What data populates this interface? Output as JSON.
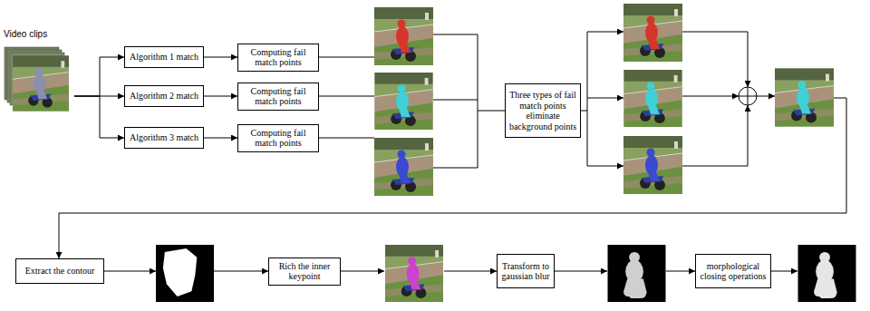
{
  "diagram": {
    "nodes": [
      {
        "text": [
          "Video clips"
        ]
      },
      {
        "text": [
          "Algorithm 1 match"
        ]
      },
      {
        "text": [
          "Computing fail match points"
        ]
      },
      {
        "text": [
          "Algorithm 2 match"
        ]
      },
      {
        "text": [
          "Computing fail match points"
        ]
      },
      {
        "text": [
          "Algorithm 3 match"
        ]
      },
      {
        "text": [
          "Computing fail match points"
        ]
      },
      {
        "text": [
          "Three types of fail match points eliminate background points"
        ]
      },
      {
        "text": [
          "Extract the contour"
        ]
      },
      {
        "text": [
          "Rich the inner keypoint"
        ]
      },
      {
        "text": [
          "Transform to gaussian blur"
        ]
      },
      {
        "text": [
          "morphological closing operations"
        ]
      }
    ],
    "edges": [
      {
        "from": 0,
        "to": 1,
        "arrow": "to"
      },
      {
        "from": 0,
        "to": 3,
        "arrow": "to"
      },
      {
        "from": 0,
        "to": 5,
        "arrow": "to"
      },
      {
        "from": 1,
        "to": 2,
        "arrow": "to"
      },
      {
        "from": 3,
        "to": 4,
        "arrow": "to"
      },
      {
        "from": 5,
        "to": 6,
        "arrow": "to"
      }
    ]
  }
}
